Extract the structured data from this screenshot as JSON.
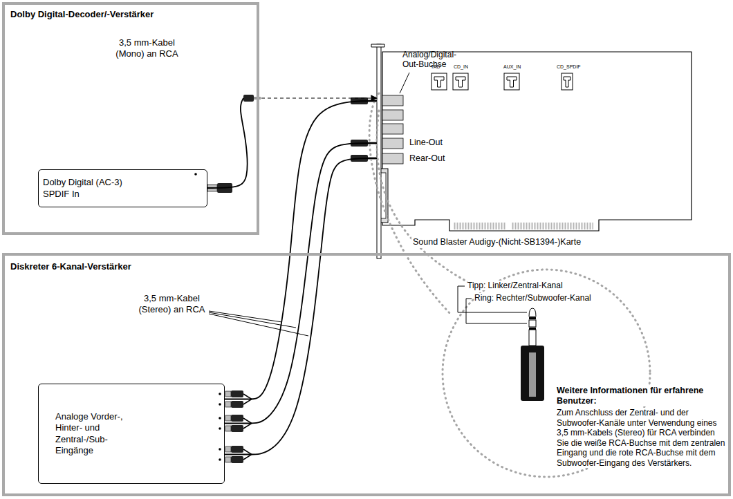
{
  "diagram": {
    "nodes": [
      {
        "text": [
          "Dolby Digital-Decoder/-Verstärker"
        ]
      },
      {
        "text": [
          "Dolby Digital (AC-3) SPDIF In"
        ],
        "in": 0
      },
      {
        "text": [
          "Sound Blaster Audigy-(Nicht-SB1394-)Karte"
        ]
      },
      {
        "text": [
          "Diskreter 6-Kanal-Verstärker"
        ]
      },
      {
        "text": [
          "Analoge Vorder-, Hinter- und Zentral-/Sub-Eingänge"
        ],
        "in": 3
      }
    ],
    "edges": [
      {
        "from": 1,
        "to": 2,
        "arrow": "to"
      },
      {
        "from": 2,
        "to": 4,
        "arrow": "none"
      },
      {
        "from": 2,
        "to": 4,
        "arrow": "none"
      },
      {
        "from": 2,
        "to": 4,
        "arrow": "none"
      }
    ],
    "labels": [
      "3,5 mm-Kabel (Mono) an RCA",
      "Analog/Digital-Out-Buchse",
      "TAD",
      "CD_IN",
      "AUX_IN",
      "CD_SPDIF",
      "Line-Out",
      "Rear-Out",
      "3,5 mm-Kabel (Stereo) an RCA",
      "Tipp: Linker/Zentral-Kanal",
      "Ring: Rechter/Subwoofer-Kanal",
      "Weitere Informationen für erfahrene Benutzer:",
      "Zum Anschluss der Zentral- und der Subwoofer-Kanäle unter Verwendung eines 3,5 mm-Kabels (Stereo) für RCA verbinden Sie die weiße RCA-Buchse mit dem zentralen Eingang und die rote RCA-Buchse mit dem Subwoofer-Eingang des Verstärkers."
    ]
  }
}
